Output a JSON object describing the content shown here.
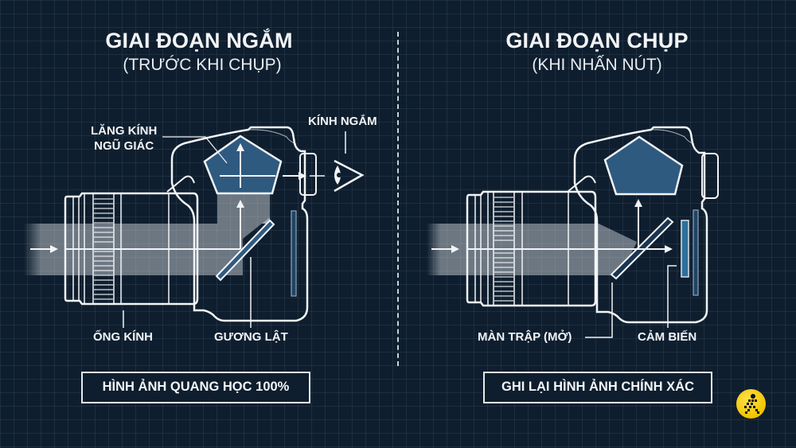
{
  "left_panel": {
    "title": "GIAI ĐOẠN NGẮM",
    "subtitle": "(TRƯỚC KHI CHỤP)",
    "labels": {
      "pentaprism": [
        "LĂNG KÍNH",
        "NGŨ GIÁC"
      ],
      "viewfinder": "KÍNH NGẮM",
      "lens": "ỐNG KÍNH",
      "mirror": "GƯƠNG LẬT"
    },
    "caption": "HÌNH ẢNH QUANG HỌC 100%"
  },
  "right_panel": {
    "title": "GIAI ĐOẠN CHỤP",
    "subtitle": "(KHI NHẤN NÚT)",
    "labels": {
      "shutter": "MÀN TRẬP (MỞ)",
      "sensor": "CẢM BIẾN"
    },
    "caption": "GHI LẠI HÌNH ẢNH CHÍNH XÁC"
  },
  "icons": {
    "eye": "eye-icon",
    "logo": "running-figure-logo"
  },
  "colors": {
    "background": "#0f1e2e",
    "line": "#f2f4f6",
    "prism_fill": "#2f5a80",
    "sensor_fill": "#2f6f9c",
    "light_beam": "rgba(220,225,230,0.45)",
    "logo": "#f2c400"
  }
}
